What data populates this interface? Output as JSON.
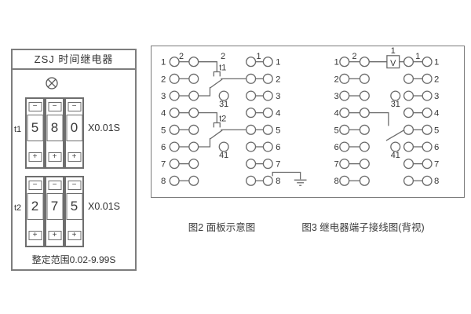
{
  "left_panel": {
    "title": "ZSJ 时间继电器",
    "range_text": "整定范围0.02-9.99S",
    "groups": [
      {
        "label": "t1",
        "digits": [
          "5",
          "8",
          "0"
        ],
        "multiplier": "X0.01S",
        "minus": "−",
        "plus": "+"
      },
      {
        "label": "t2",
        "digits": [
          "2",
          "7",
          "5"
        ],
        "multiplier": "X0.01S",
        "minus": "−",
        "plus": "+"
      }
    ]
  },
  "figure2": {
    "caption": "图2 面板示意图",
    "left_terminals": [
      "1",
      "2",
      "3",
      "4",
      "5",
      "6",
      "7",
      "8"
    ],
    "right_terminals": [
      "1",
      "2",
      "3",
      "4",
      "5",
      "6",
      "7",
      "8"
    ],
    "left_pair_label": "2",
    "mid_top_label": "2",
    "right_pair_label": "1",
    "contact1_label": "t1",
    "contact2_label": "t2",
    "node31": "31",
    "node41": "41"
  },
  "figure3": {
    "caption": "图3 继电器端子接线图(背视)",
    "left_terminals": [
      "1",
      "2",
      "3",
      "4",
      "5",
      "6",
      "7",
      "8"
    ],
    "right_terminals": [
      "1",
      "2",
      "3",
      "4",
      "5",
      "6",
      "7",
      "8"
    ],
    "left_pair_label": "2",
    "coil_top_label": "1",
    "coil_label": "V",
    "right_pair_label": "1",
    "node31": "31",
    "node41": "41"
  },
  "colors": {
    "line": "#6a6a6a",
    "text": "#333333",
    "background": "#ffffff"
  }
}
